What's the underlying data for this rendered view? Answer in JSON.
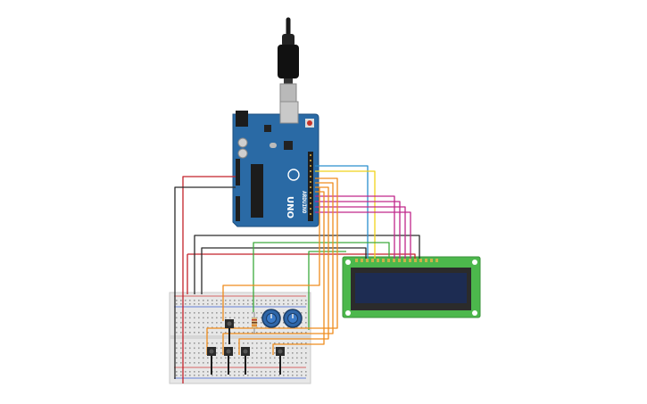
{
  "board": {
    "brand": "ARDUINO",
    "model": "UNO",
    "color": "#2a6aa5"
  },
  "lcd": {
    "pcb_color": "#4cb84c",
    "screen_color": "#1d2c52"
  },
  "wire_colors": {
    "red": "#c4222a",
    "black": "#2b2b2b",
    "orange": "#ef8c1d",
    "yellow": "#f0d21a",
    "blue": "#2a8fce",
    "magenta": "#c0278a",
    "green": "#3daa3d"
  },
  "components": {
    "potentiometer_count": 2,
    "pushbutton_count": 5,
    "resistor_count": 1
  }
}
